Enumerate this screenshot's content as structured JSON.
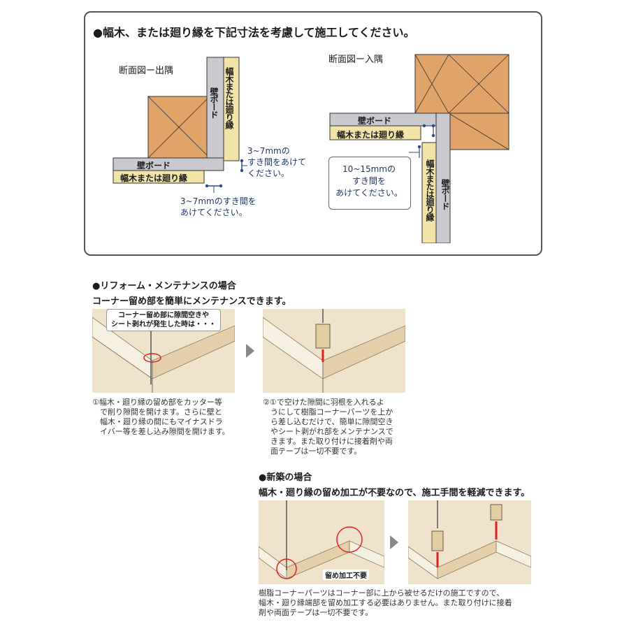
{
  "top": {
    "instruction": "●幅木、または廻り縁を下記寸法を考慮して施工してください。",
    "outer": {
      "title": "断面図ー出隅",
      "wall_board_label": "壁ボード",
      "trim_label": "幅木または廻り縁",
      "gap_note": "3~7mmの\nすき間をあけて\nください。",
      "gap_note_bottom": "3~7mmのすき間を\nあけてください。"
    },
    "inner": {
      "title": "断面図ー入隅",
      "wall_board_label": "壁ボード",
      "trim_label": "幅木または廻り縁",
      "gap_note": "10~15mmの\nすき間を\nあけてください。"
    }
  },
  "reform": {
    "heading": "●リフォーム・メンテナンスの場合",
    "subheading": "コーナー留め部を簡単にメンテナンスできます。",
    "callout": "コーナー留め部に隙間空きや\nシート剥れが発生した時は・・・",
    "step1": "①幅木・廻り縁の留め部をカッター等\n　で削り隙間を開けます。さらに壁と\n　幅木・廻り縁の間にもマイナスドラ\n　イバー等を差し込み隙間を開けます。",
    "step2": "②①で空けた隙間に羽根を入れるよ\n　うにして樹脂コーナーパーツを上か\n　ら差し込むだけで、簡単に隙間空き\n　やシート剥がれ部をメンテナンスで\n　きます。また取り付けに接着剤や両\n　面テープは一切不要です。"
  },
  "newbuild": {
    "heading": "●新築の場合",
    "subheading": "幅木・廻り縁の留め加工が不要なので、施工手間を軽減できます。",
    "badge": "留め加工不要",
    "caption": "樹脂コーナーパーツはコーナー部に上から被せるだけの施工ですので、\n幅木・廻り縁端部を留め加工する必要はありません。また取り付けに接着\n剤や両面テープは一切不要です。"
  },
  "colors": {
    "wood": "#e0a369",
    "board": "#c9c9cf",
    "trim": "#f2e4a9",
    "dim": "#2b4a8a",
    "floor": "#e9d7ba",
    "accent_red": "#e02020"
  }
}
